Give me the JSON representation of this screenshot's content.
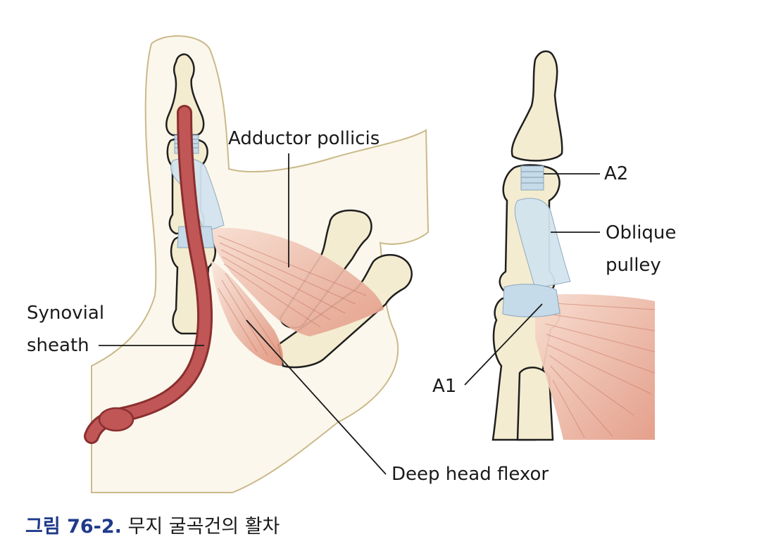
{
  "labels": {
    "adductor_pollicis": "Adductor pollicis",
    "synovial_sheath_line1": "Synovial",
    "synovial_sheath_line2": "sheath",
    "deep_head_flexor": "Deep head flexor",
    "a2": "A2",
    "oblique_pulley_line1": "Oblique",
    "oblique_pulley_line2": "pulley",
    "a1": "A1"
  },
  "caption": {
    "number": "그림 76-2.",
    "text": "무지 굴곡건의 활차"
  },
  "colors": {
    "bone": "#f4ecd0",
    "bone_outline": "#1f1f1f",
    "skin_outline": "#c9b98a",
    "muscle": "#e8a893",
    "tendon_sheath": "#b84a4a",
    "pulley": "#c6dbe9",
    "caption_accent": "#1f3a8a"
  }
}
